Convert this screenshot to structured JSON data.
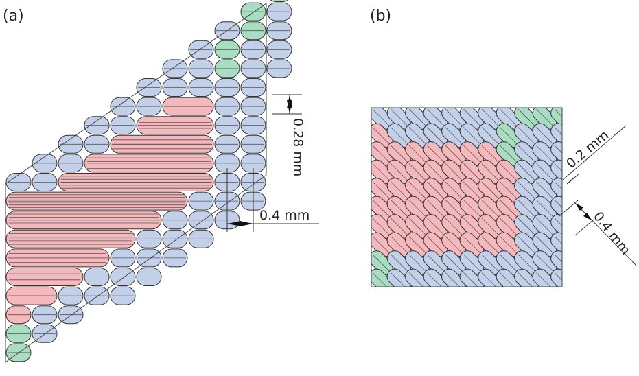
{
  "panels": {
    "a": {
      "label": "(a)",
      "dim_vertical": "0.28 mm",
      "dim_horizontal": "0.4 mm"
    },
    "b": {
      "label": "(b)",
      "dim_upper": "0.2 mm",
      "dim_lower": "0.4 mm"
    }
  },
  "colors": {
    "outer_bead": "#c3d0ea",
    "inner_bead": "#f5b8bd",
    "corner_bead": "#a8ddc2",
    "outline": "#444444"
  },
  "diagram_data": {
    "a": {
      "layer_height_mm": 0.28,
      "bead_width_mm": 0.4,
      "geometry": "sheared parallelogram, vertical raster"
    },
    "b": {
      "line_spacing_mm": 0.2,
      "bead_width_mm": 0.4,
      "geometry": "square, diagonal raster"
    }
  }
}
